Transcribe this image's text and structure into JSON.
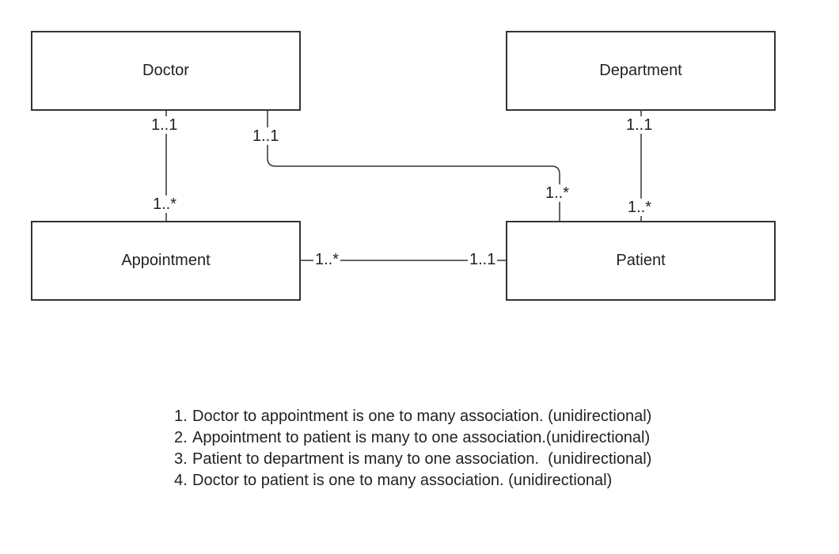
{
  "entities": {
    "doctor": "Doctor",
    "department": "Department",
    "appointment": "Appointment",
    "patient": "Patient"
  },
  "associations": {
    "doctor_appointment": {
      "doctor_end": "1..1",
      "appointment_end": "1..*"
    },
    "doctor_patient": {
      "doctor_end": "1..1",
      "patient_end": "1..*"
    },
    "department_patient": {
      "department_end": "1..1",
      "patient_end": "1..*"
    },
    "appointment_patient": {
      "appointment_end": "1..*",
      "patient_end": "1..1"
    }
  },
  "notes": [
    {
      "num": "1.",
      "text": "Doctor to appointment is one to many association. (unidirectional)"
    },
    {
      "num": "2.",
      "text": "Appointment to patient is many to one association.(unidirectional)"
    },
    {
      "num": "3.",
      "text": "Patient to department is many to one association.  (unidirectional)"
    },
    {
      "num": "4.",
      "text": "Doctor to patient is one to many association. (unidirectional)"
    }
  ]
}
